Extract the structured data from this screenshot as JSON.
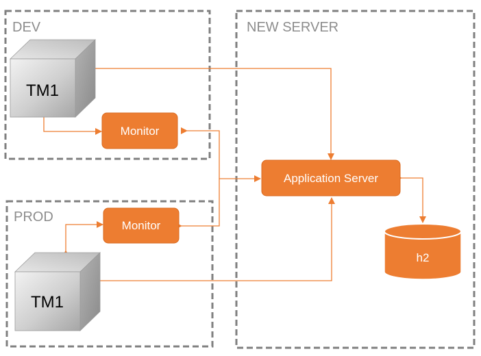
{
  "zones": {
    "dev": "DEV",
    "prod": "PROD",
    "new_server": "NEW SERVER"
  },
  "nodes": {
    "dev_tm1": "TM1",
    "dev_monitor": "Monitor",
    "prod_tm1": "TM1",
    "prod_monitor": "Monitor",
    "app_server": "Application Server",
    "database": "h2"
  },
  "colors": {
    "accent": "#ed7d31",
    "zone_border": "#7f7f7f",
    "zone_label": "#8c8c8c"
  },
  "icons": {
    "server": "cube-icon",
    "database": "database-cylinder-icon"
  }
}
